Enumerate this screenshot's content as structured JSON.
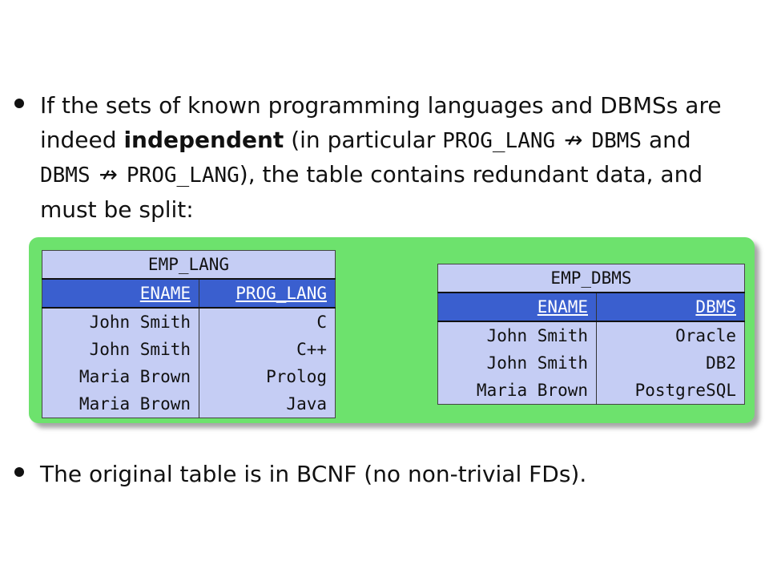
{
  "bullet1": {
    "part1": "If the sets of known programming languages and DBMSs are indeed ",
    "bold": "independent",
    "part2": " (in particular ",
    "code1": "PROG_LANG",
    "arrow1": "↛",
    "code2": "DBMS",
    "part3": " and ",
    "code3": "DBMS",
    "arrow2": "↛",
    "code4": "PROG_LANG",
    "part4": "), the table contains redundant data, and must be split:"
  },
  "emp_lang": {
    "title": "EMP_LANG",
    "headers": [
      "ENAME",
      "PROG_LANG"
    ],
    "rows": [
      [
        "John Smith",
        "C"
      ],
      [
        "John Smith",
        "C++"
      ],
      [
        "Maria Brown",
        "Prolog"
      ],
      [
        "Maria Brown",
        "Java"
      ]
    ]
  },
  "emp_dbms": {
    "title": "EMP_DBMS",
    "headers": [
      "ENAME",
      "DBMS"
    ],
    "rows": [
      [
        "John Smith",
        "Oracle"
      ],
      [
        "John Smith",
        "DB2"
      ],
      [
        "Maria Brown",
        "PostgreSQL"
      ]
    ]
  },
  "bullet2": {
    "text": "The original table is in BCNF (no non-trivial FDs)."
  },
  "colors": {
    "box_bg": "#6de26d",
    "table_bg": "#c5cdf4",
    "header_bg": "#3a5fcf"
  }
}
